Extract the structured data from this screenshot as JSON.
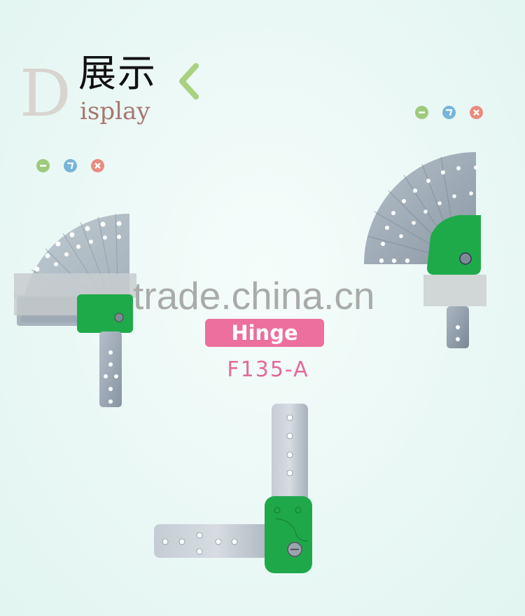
{
  "header": {
    "big_letter": "D",
    "title_cn": "展示",
    "subtitle_en": "isplay",
    "chevron_icon": "chevron-left-icon",
    "accent_color": "#9dcb6e"
  },
  "window_controls": [
    {
      "icon": "minimize-icon",
      "color": "#9dcb7c"
    },
    {
      "icon": "restore-icon",
      "color": "#78b4d9"
    },
    {
      "icon": "close-icon",
      "color": "#ea8b80"
    }
  ],
  "watermark": "trade.china.cn",
  "product": {
    "name_badge": "Hinge",
    "model": "F135-A",
    "badge_color": "#ec6f9e",
    "model_color": "#e5699a",
    "hinge_color": "#1faa4a",
    "metal_color": "#9aa7b4"
  },
  "images": [
    {
      "label": "hinge-fan-left"
    },
    {
      "label": "hinge-fan-right"
    },
    {
      "label": "hinge-right-angle"
    }
  ]
}
